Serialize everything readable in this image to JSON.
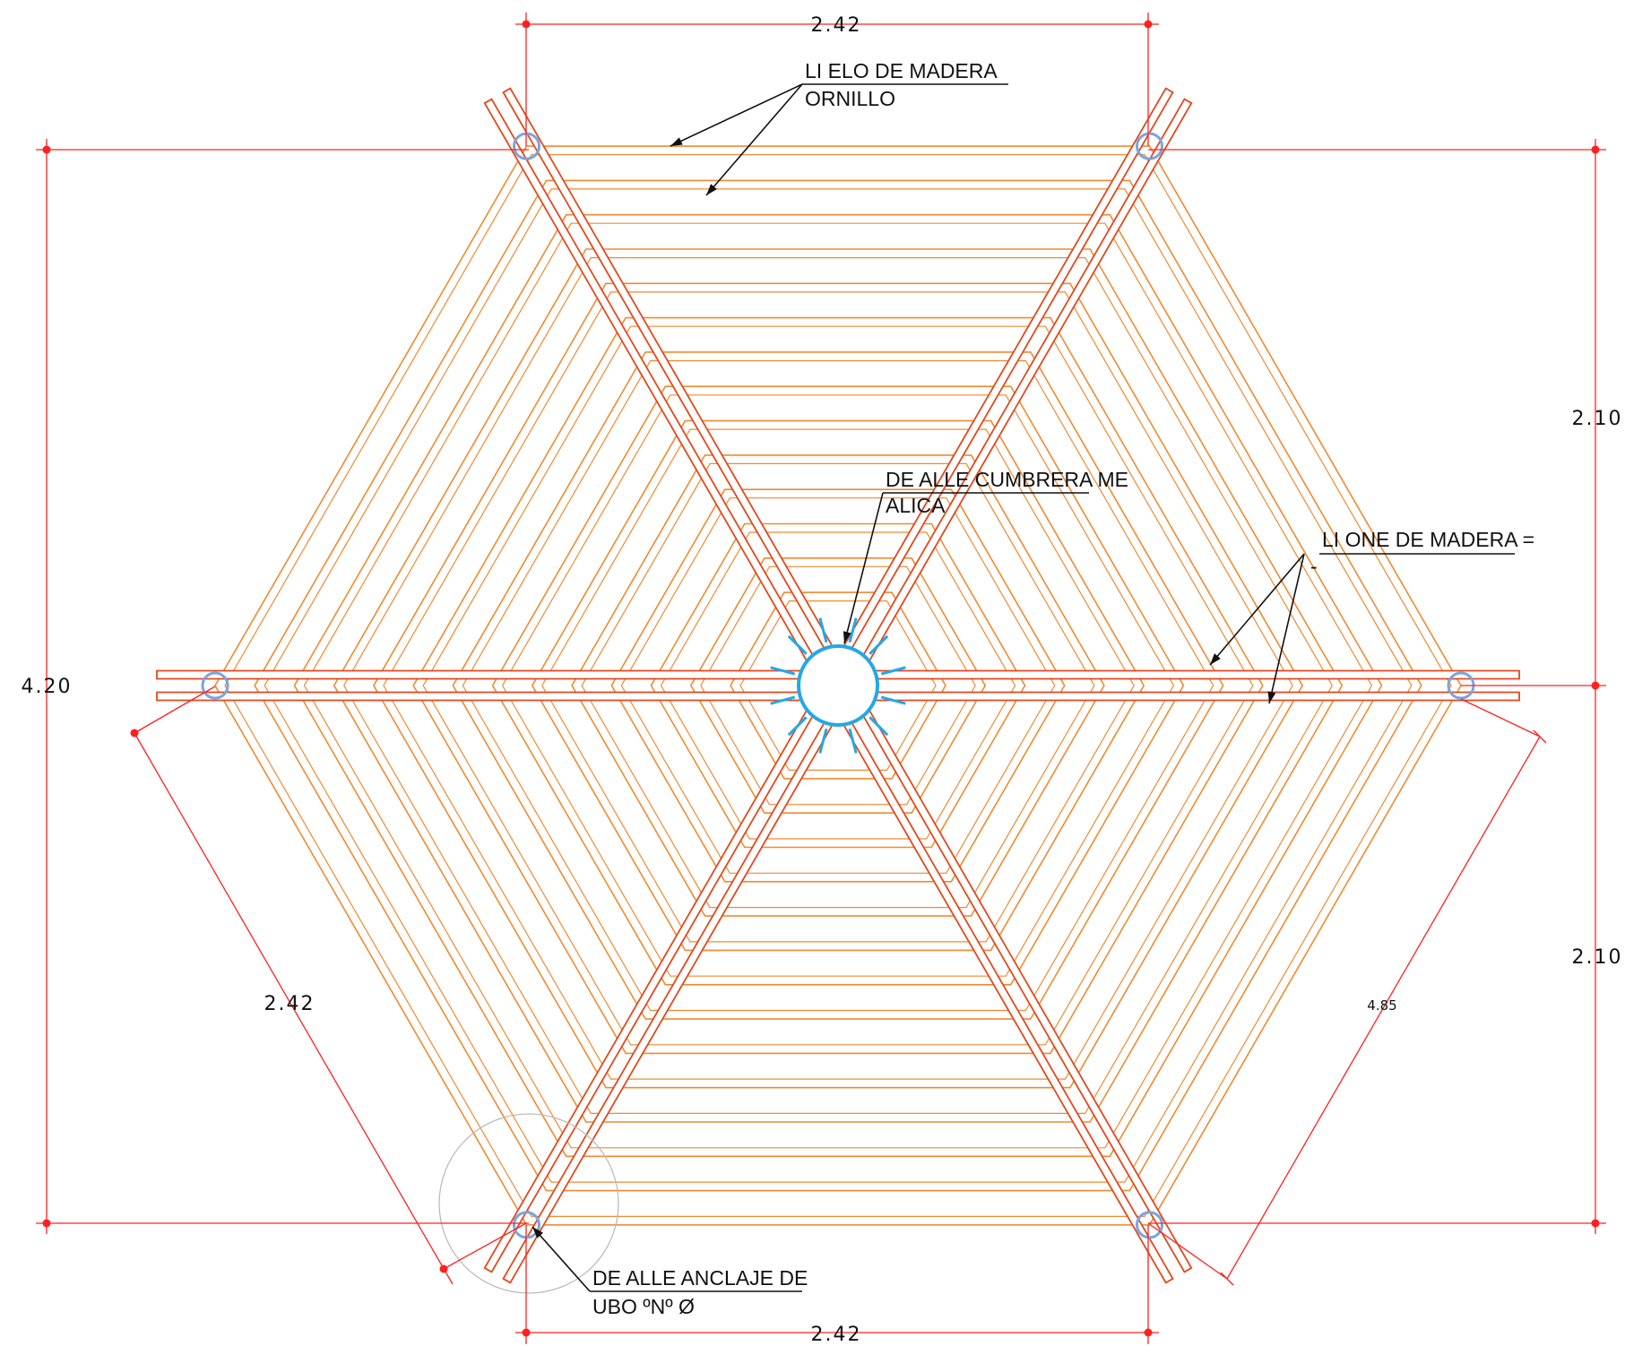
{
  "colors": {
    "dimension": "#ff2020",
    "slat": "#f08a30",
    "beam": "#e2481c",
    "column": "#7aa4e0",
    "steel_detail": "#22a8e8",
    "leader": "#111111",
    "callout_circle": "#bbbbbb"
  },
  "dimensions": {
    "top_width": "2.42",
    "bottom_width": "2.42",
    "total_height": "4.20",
    "upper_half": "2.10",
    "lower_half": "2.10",
    "left_side": "2.42",
    "right_side": "4.85"
  },
  "annotations": {
    "ceiling_line1": "LI  ELO  DE MADERA",
    "ceiling_line2": "ORNILLO",
    "ridge_line1": "DE ALLE CUMBRERA ME",
    "ridge_line2": "ALICA",
    "beams_line1": "LI  ONE  DE MADERA  =",
    "beams_line2": "-",
    "anchor_line1": "DE ALLE   ANCLAJE DE",
    "anchor_line2": "UBO   ºNº Ø"
  },
  "structure": {
    "slat_rings": 14,
    "radial_beam_pairs": 3,
    "columns": 6
  }
}
